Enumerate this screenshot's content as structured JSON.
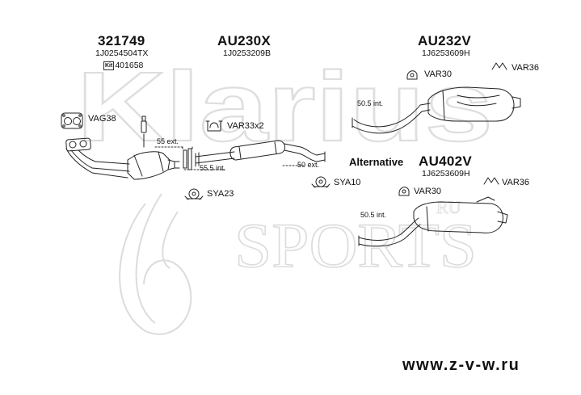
{
  "watermark": {
    "brand": "Klarius",
    "site": "SPORTS",
    "corner": "RU"
  },
  "groups": [
    {
      "part_number": "321749",
      "oem": "1J0254504TX",
      "kit": {
        "badge": "Kit",
        "number": "401658"
      }
    },
    {
      "part_number": "AU230X",
      "oem": "1J0253209B"
    },
    {
      "part_number": "AU232V",
      "oem": "1J6253609H"
    },
    {
      "alternative_label": "Alternative",
      "part_number": "AU402V",
      "oem": "1J6253609H"
    }
  ],
  "fittings": {
    "vag38": "VAG38",
    "var33x2": "VAR33x2",
    "sya23": "SYA23",
    "sya10": "SYA10",
    "var30_top": "VAR30",
    "var36_top": "VAR36",
    "var30_bottom": "VAR30",
    "var36_bottom": "VAR36"
  },
  "dimensions": {
    "d55_ext": "55 ext.",
    "d55_5_int": "55.5 int.",
    "d50_ext": "50 ext.",
    "d50_5_int_top": "50.5 int.",
    "d50_5_int_bottom": "50.5 int."
  },
  "footer": {
    "website": "www.z-v-w.ru"
  }
}
